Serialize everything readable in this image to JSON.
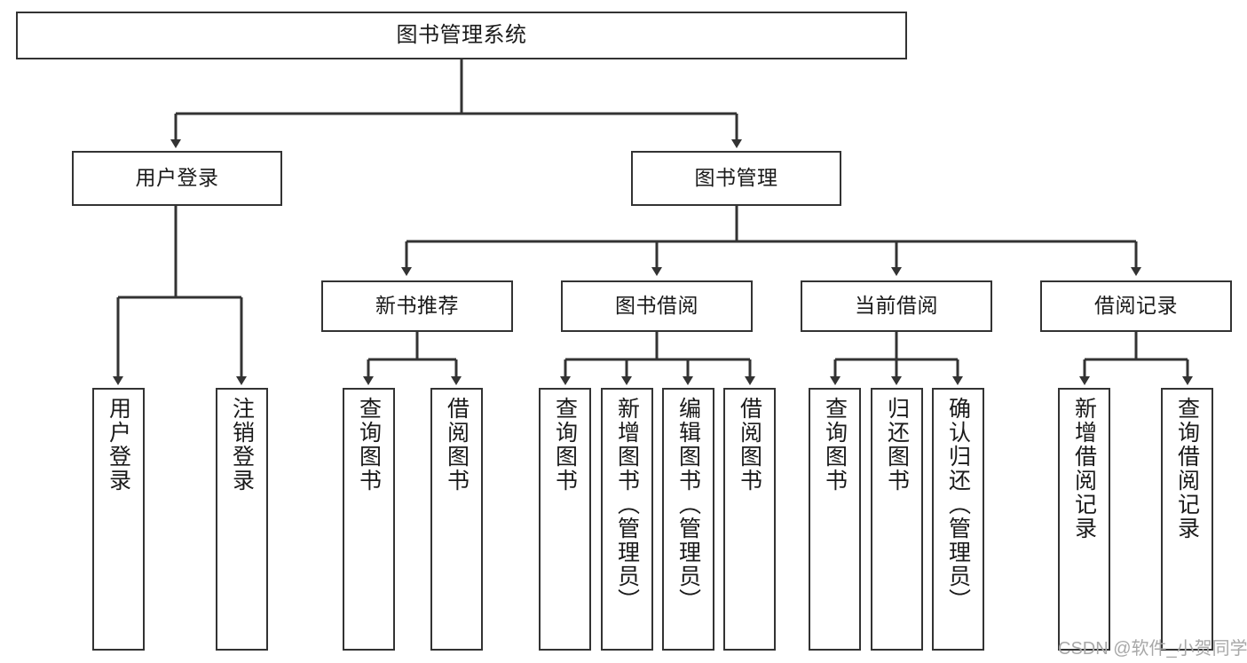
{
  "diagram": {
    "title": "图书管理系统",
    "type": "tree",
    "root": {
      "label": "图书管理系统"
    },
    "level2": [
      {
        "label": "用户登录"
      },
      {
        "label": "图书管理"
      }
    ],
    "level3": [
      {
        "label": "新书推荐"
      },
      {
        "label": "图书借阅"
      },
      {
        "label": "当前借阅"
      },
      {
        "label": "借阅记录"
      }
    ],
    "leaves": {
      "user_login": [
        {
          "label": "用户登录"
        },
        {
          "label": "注销登录"
        }
      ],
      "new_book_recommend": [
        {
          "label": "查询图书"
        },
        {
          "label": "借阅图书"
        }
      ],
      "book_borrow": [
        {
          "label": "查询图书"
        },
        {
          "label": "新增图书（管理员）"
        },
        {
          "label": "编辑图书（管理员）"
        },
        {
          "label": "借阅图书"
        }
      ],
      "current_borrow": [
        {
          "label": "查询图书"
        },
        {
          "label": "归还图书"
        },
        {
          "label": "确认归还（管理员）"
        }
      ],
      "borrow_record": [
        {
          "label": "新增借阅记录"
        },
        {
          "label": "查询借阅记录"
        }
      ]
    }
  },
  "watermark": {
    "text": "CSDN @软件_小贺同学"
  },
  "colors": {
    "stroke": "#333333",
    "box_fill": "#ffffff",
    "text": "#1a1a1a",
    "watermark": "#a8a8a8",
    "background": "#ffffff"
  }
}
